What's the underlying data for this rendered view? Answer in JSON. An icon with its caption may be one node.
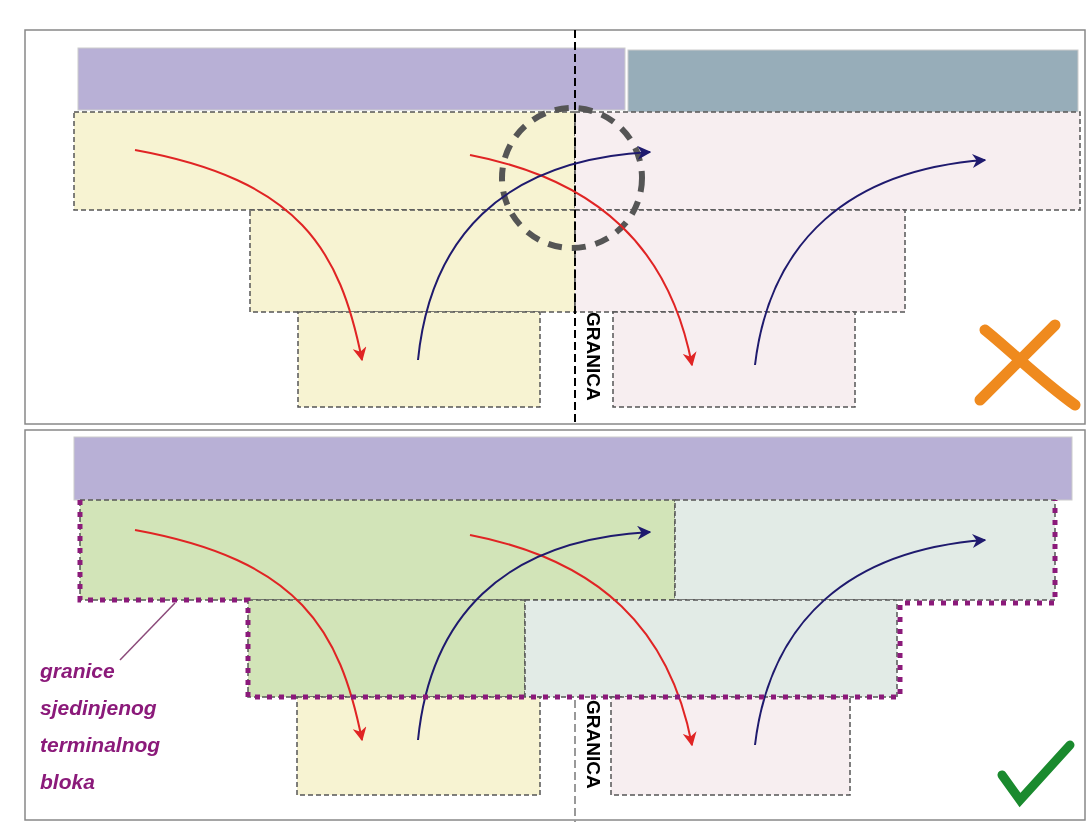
{
  "diagram": {
    "nodes": [
      {
        "text": [
          "granice sjedinjenog terminalnog bloka"
        ]
      },
      {
        "text": [],
        "shape": "box"
      }
    ],
    "edges": [
      {
        "from": 0,
        "to": 1,
        "arrow": "none"
      }
    ],
    "labels": [
      "GRANICA",
      "GRANICA"
    ]
  }
}
